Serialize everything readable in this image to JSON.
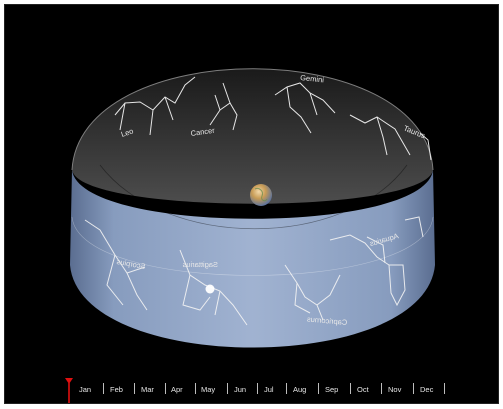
{
  "scene": {
    "constellations_back": [
      "Leo",
      "Cancer",
      "Gemini",
      "Taurus"
    ],
    "constellations_front_mirrored": [
      "Aquarius",
      "Sagittarius",
      "Scorpius",
      "Capricornus"
    ],
    "center_object": "earth-icon",
    "sun_object": "sun-icon"
  },
  "timeline": {
    "months": [
      "Jan",
      "Feb",
      "Mar",
      "Apr",
      "May",
      "Jun",
      "Jul",
      "Aug",
      "Sep",
      "Oct",
      "Nov",
      "Dec"
    ],
    "selected_month": "Jan",
    "marker_icon": "red-pin-marker-icon"
  },
  "colors": {
    "background": "#000000",
    "ring": "#8fa5c9",
    "marker": "#e01010"
  }
}
